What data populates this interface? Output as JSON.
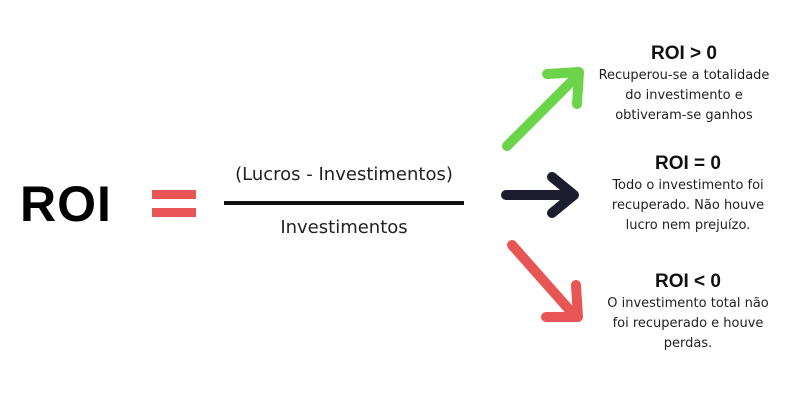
{
  "formula": {
    "lhs": "ROI",
    "equals_color": "#e85555",
    "numerator": "(Lucros - Investimentos)",
    "denominator": "Investimentos"
  },
  "outcomes": [
    {
      "title": "ROI > 0",
      "description": "Recuperou-se a totalidade do investimento e obtiveram-se ganhos",
      "arrow": "arrow-up-right-icon",
      "color": "#6cd44a"
    },
    {
      "title": "ROI = 0",
      "description": "Todo o investimento foi recuperado. Não houve lucro nem prejuízo.",
      "arrow": "arrow-right-icon",
      "color": "#1c1d2e"
    },
    {
      "title": "ROI < 0",
      "description": "O investimento total não foi recuperado e houve perdas.",
      "arrow": "arrow-down-right-icon",
      "color": "#e85555"
    }
  ]
}
